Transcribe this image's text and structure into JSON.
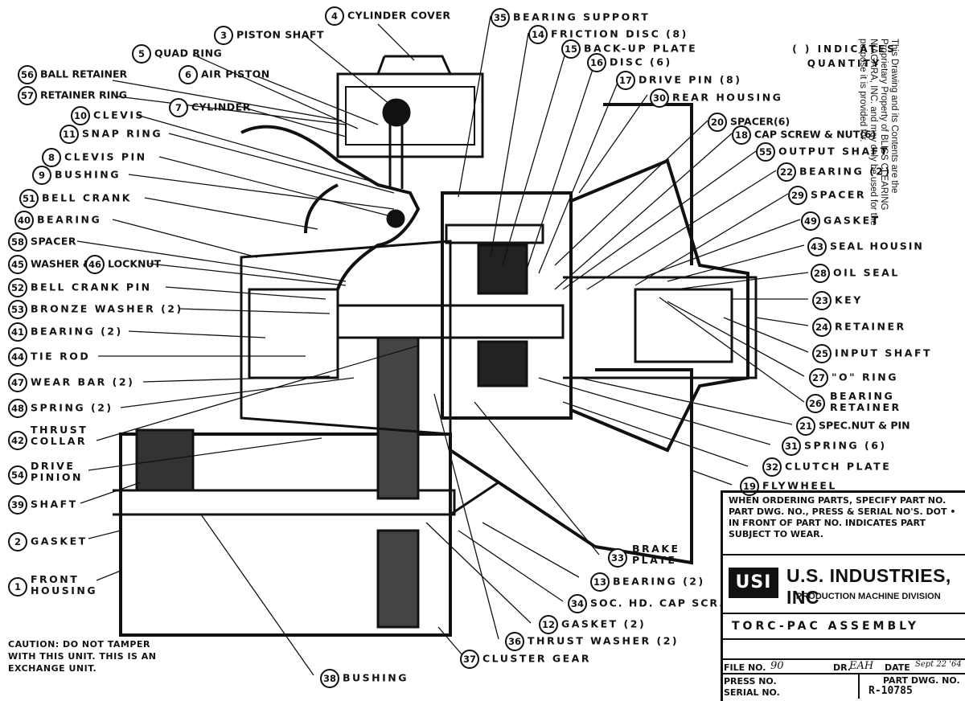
{
  "labels": [
    {
      "num": "4",
      "text": "CYLINDER COVER"
    },
    {
      "num": "3",
      "text": "PISTON SHAFT"
    },
    {
      "num": "5",
      "text": "QUAD RING"
    },
    {
      "num": "6",
      "text": "AIR PISTON"
    },
    {
      "num": "56",
      "text": "BALL RETAINER"
    },
    {
      "num": "57",
      "text": "RETAINER RING"
    },
    {
      "num": "10",
      "text": "CLEVIS"
    },
    {
      "num": "7",
      "text": "CYLINDER"
    },
    {
      "num": "11",
      "text": "SNAP RING"
    },
    {
      "num": "8",
      "text": "CLEVIS PIN"
    },
    {
      "num": "9",
      "text": "BUSHING"
    },
    {
      "num": "51",
      "text": "BELL CRANK"
    },
    {
      "num": "40",
      "text": "BEARING"
    },
    {
      "num": "58",
      "text": "SPACER"
    },
    {
      "num": "45",
      "text": "WASHER &"
    },
    {
      "num": "46",
      "text": "LOCKNUT"
    },
    {
      "num": "52",
      "text": "BELL CRANK PIN"
    },
    {
      "num": "53",
      "text": "BRONZE WASHER (2)"
    },
    {
      "num": "41",
      "text": "BEARING (2)"
    },
    {
      "num": "44",
      "text": "TIE ROD"
    },
    {
      "num": "47",
      "text": "WEAR BAR (2)"
    },
    {
      "num": "48",
      "text": "SPRING (2)"
    },
    {
      "num": "42",
      "text": "THRUST COLLAR"
    },
    {
      "num": "54",
      "text": "DRIVE PINION"
    },
    {
      "num": "39",
      "text": "SHAFT"
    },
    {
      "num": "2",
      "text": "GASKET"
    },
    {
      "num": "1",
      "text": "FRONT HOUSING"
    },
    {
      "num": "35",
      "text": "BEARING SUPPORT"
    },
    {
      "num": "14",
      "text": "FRICTION DISC (8)"
    },
    {
      "num": "15",
      "text": "BACK-UP PLATE"
    },
    {
      "num": "16",
      "text": "DISC (6)"
    },
    {
      "num": "17",
      "text": "DRIVE PIN (8)"
    },
    {
      "num": "30",
      "text": "REAR HOUSING"
    },
    {
      "num": "20",
      "text": "SPACER(6)"
    },
    {
      "num": "18",
      "text": "CAP SCREW & NUT(6)"
    },
    {
      "num": "55",
      "text": "OUTPUT SHAFT"
    },
    {
      "num": "22",
      "text": "BEARING (2)"
    },
    {
      "num": "29",
      "text": "SPACER"
    },
    {
      "num": "49",
      "text": "GASKET"
    },
    {
      "num": "43",
      "text": "SEAL HOUSIN"
    },
    {
      "num": "28",
      "text": "OIL SEAL"
    },
    {
      "num": "23",
      "text": "KEY"
    },
    {
      "num": "24",
      "text": "RETAINER"
    },
    {
      "num": "25",
      "text": "INPUT SHAFT"
    },
    {
      "num": "27",
      "text": "\"O\" RING"
    },
    {
      "num": "26",
      "text": "BEARING RETAINER"
    },
    {
      "num": "21",
      "text": "SPEC.NUT & PIN"
    },
    {
      "num": "31",
      "text": "SPRING (6)"
    },
    {
      "num": "32",
      "text": "CLUTCH PLATE"
    },
    {
      "num": "19",
      "text": "FLYWHEEL"
    },
    {
      "num": "33",
      "text": "BRAKE PLATE"
    },
    {
      "num": "13",
      "text": "BEARING (2)"
    },
    {
      "num": "34",
      "text": "SOC. HD. CAP SCR."
    },
    {
      "num": "12",
      "text": "GASKET (2)"
    },
    {
      "num": "36",
      "text": "THRUST WASHER (2)"
    },
    {
      "num": "37",
      "text": "CLUSTER GEAR"
    },
    {
      "num": "38",
      "text": "BUSHING"
    }
  ],
  "notes": {
    "quantity_note": "( ) INDICATES QUANTITY",
    "proprietary": "This Drawing and its Contents are the Proprietary Property of BLISS CLEARING NIAGARA, INC. and may only be used for the purpose it is provided for.",
    "caution": "CAUTION: DO NOT TAMPER WITH THIS UNIT. THIS IS AN EXCHANGE UNIT."
  },
  "title_block": {
    "ordering_note": "WHEN ORDERING PARTS, SPECIFY PART NO. PART DWG. NO., PRESS & SERIAL NO'S. DOT • IN FRONT OF PART NO. INDICATES PART SUBJECT TO WEAR.",
    "logo": "USI",
    "company": "U.S. INDUSTRIES, INC",
    "division": "PRODUCTION MACHINE DIVISION",
    "title": "TORC-PAC ASSEMBLY",
    "file_label": "FILE NO.",
    "file_value": "90",
    "dr_label": "DR.",
    "dr_value": "EAH",
    "date_label": "DATE",
    "date_value": "Sept 22 '64",
    "press_label": "PRESS NO.",
    "serial_label": "SERIAL NO.",
    "part_dwg_label": "PART DWG. NO.",
    "part_dwg_value": "R-10785"
  }
}
